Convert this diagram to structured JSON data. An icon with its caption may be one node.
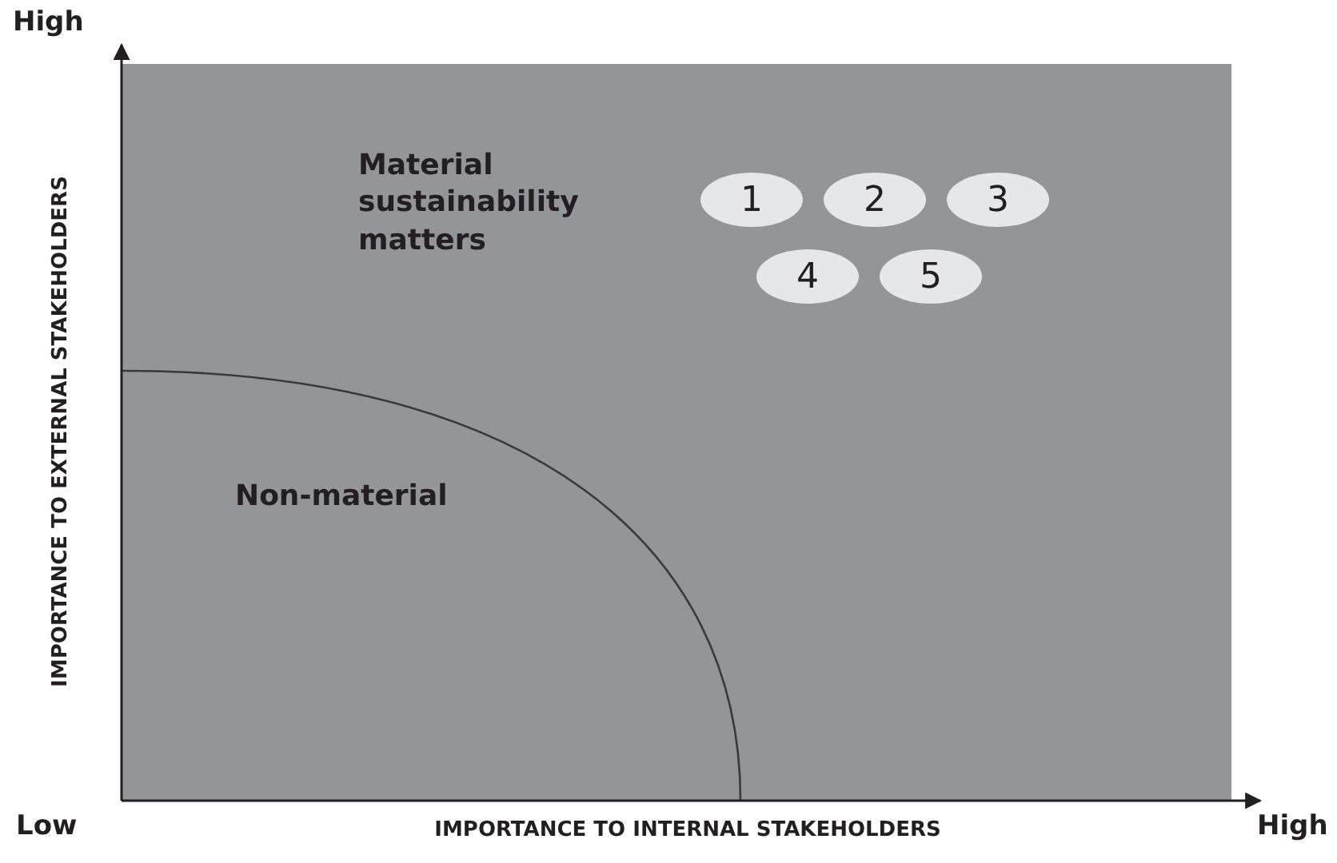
{
  "diagram": {
    "nodes": [
      {
        "text": [
          "1"
        ]
      },
      {
        "text": [
          "2"
        ]
      },
      {
        "text": [
          "3"
        ]
      },
      {
        "text": [
          "4"
        ]
      },
      {
        "text": [
          "5"
        ]
      }
    ],
    "labels": [
      "High",
      "IMPORTANCE TO EXTERNAL STAKEHOLDERS",
      "Material sustainability matters",
      "Non-material",
      "Low",
      "IMPORTANCE TO INTERNAL STAKEHOLDERS",
      "High"
    ]
  }
}
